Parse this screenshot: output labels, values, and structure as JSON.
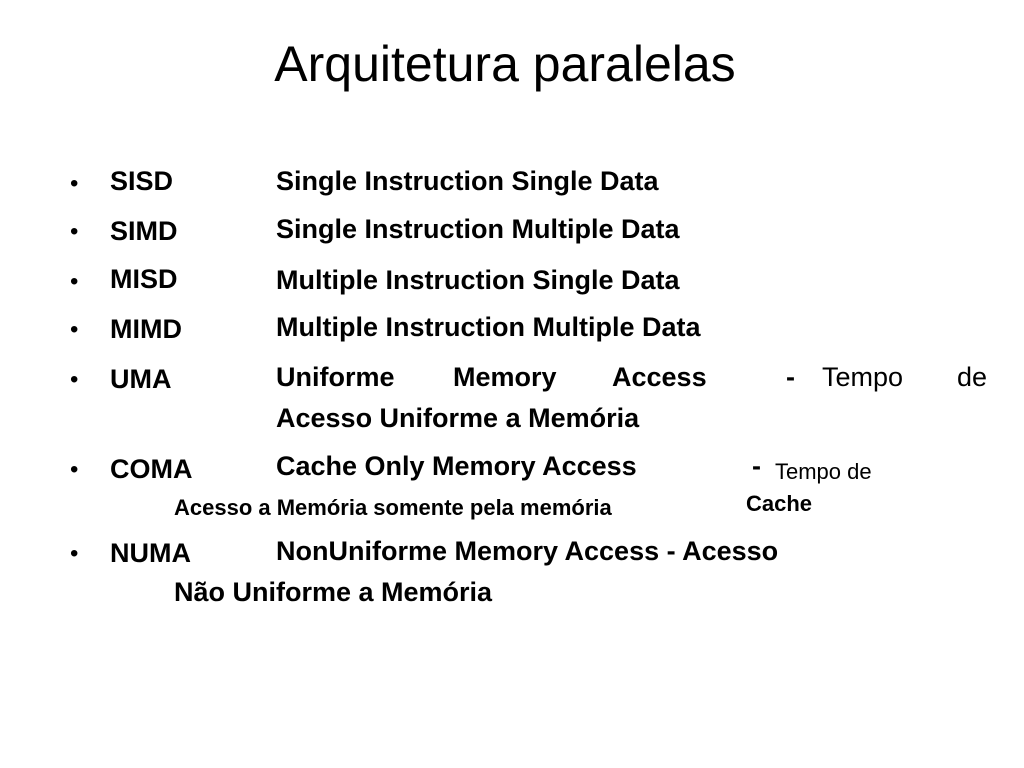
{
  "title": "Arquitetura paralelas",
  "bullet_glyph": "•",
  "items": [
    {
      "abbr": "SISD",
      "desc": "Single Instruction Single Data"
    },
    {
      "abbr": "SIMD",
      "desc": "Single Instruction Multiple Data"
    },
    {
      "abbr": "MISD",
      "desc": "Multiple Instruction Single Data"
    },
    {
      "abbr": "MIMD",
      "desc": "Multiple Instruction Multiple Data"
    },
    {
      "abbr": "UMA",
      "desc_words": [
        "Uniforme",
        "Memory",
        "Access",
        "-"
      ],
      "desc_tail_words": [
        "Tempo",
        "de"
      ],
      "desc_line2": "Acesso Uniforme a Memória"
    },
    {
      "abbr": "COMA",
      "desc": "Cache Only Memory Access",
      "desc_dash": "-",
      "desc_tail": "Tempo de",
      "desc_line2": "Acesso a Memória somente pela memória",
      "desc_line2_tail": "Cache"
    },
    {
      "abbr": "NUMA",
      "desc": "NonUniforme Memory Access  - Acesso",
      "desc_line2": "Não Uniforme a Memória"
    }
  ]
}
